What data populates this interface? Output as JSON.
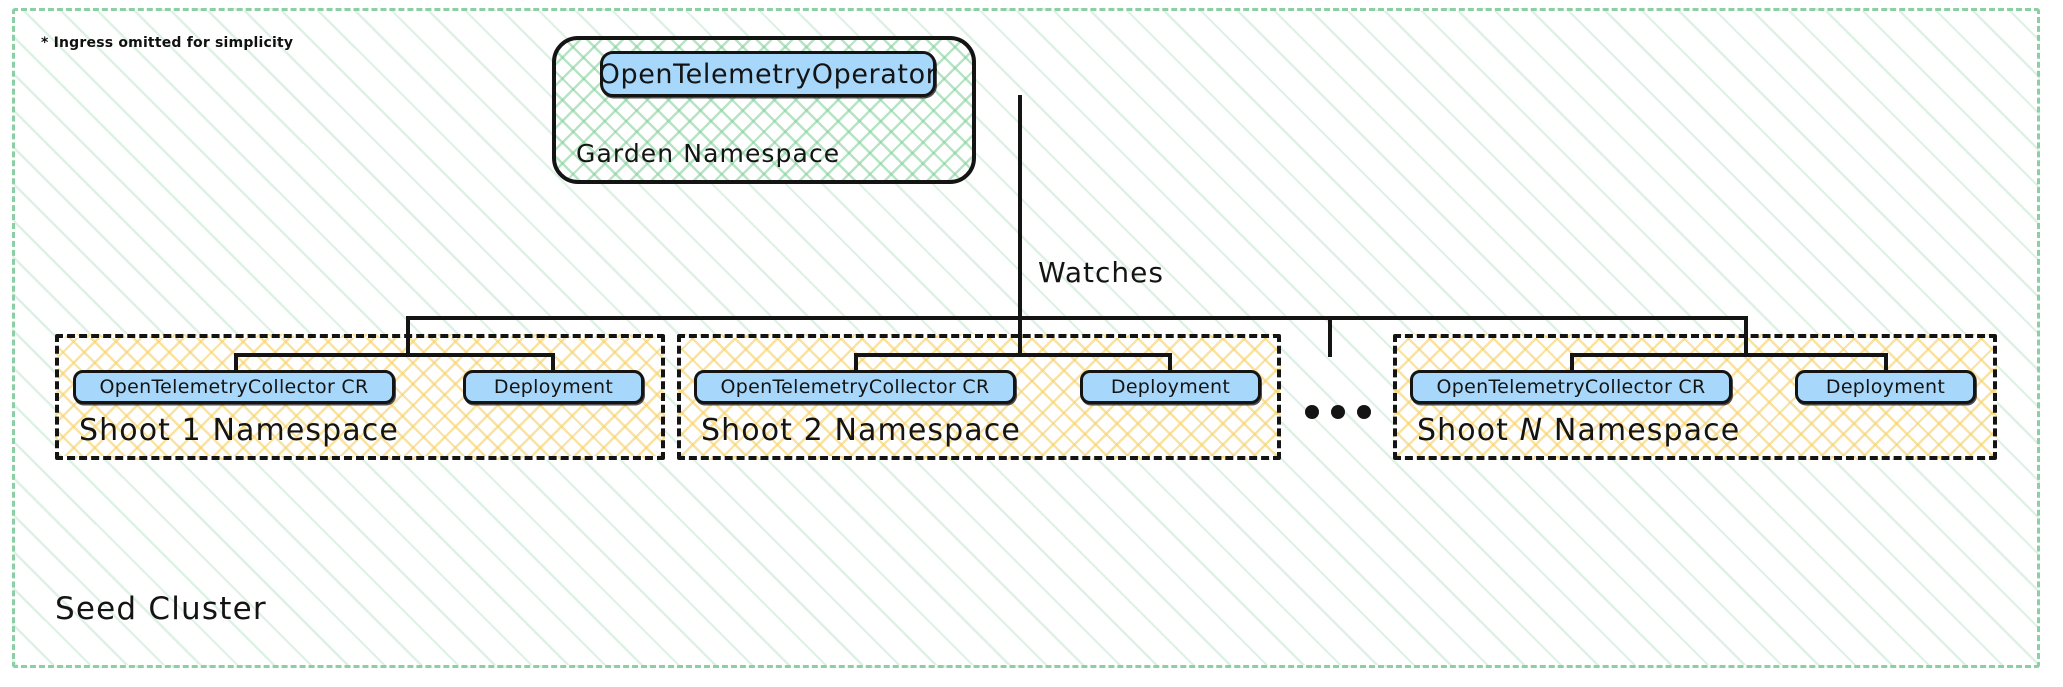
{
  "diagram": {
    "title": "Gardener Seed Cluster OpenTelemetry Operator topology",
    "footnote": "* Ingress omitted for simplicity",
    "outer_container": {
      "label": "Seed Cluster",
      "border_style": "dashed",
      "border_color": "#8ccfa5",
      "hatch_color": "#8ccfa5"
    },
    "garden_namespace": {
      "label": "Garden Namespace",
      "border_style": "solid-rounded",
      "border_color": "#141414",
      "hatch_color": "#7cce94",
      "nodes": [
        {
          "id": "operator",
          "label": "OpenTelemetryOperator",
          "fill": "#a7d8fb"
        }
      ]
    },
    "edges": [
      {
        "from": "OpenTelemetryOperator",
        "to": "Shoot Namespaces",
        "label": "Watches"
      }
    ],
    "ellipsis": "•••",
    "shoot_namespaces": [
      {
        "label_prefix": "Shoot ",
        "label_index": "1",
        "label_suffix": " Namespace",
        "index_italic": false,
        "nodes": [
          {
            "id": "otelcr",
            "label": "OpenTelemetryCollector CR",
            "fill": "#a7d8fb"
          },
          {
            "id": "deployment",
            "label": "Deployment",
            "fill": "#a7d8fb"
          }
        ]
      },
      {
        "label_prefix": "Shoot ",
        "label_index": "2",
        "label_suffix": " Namespace",
        "index_italic": false,
        "nodes": [
          {
            "id": "otelcr",
            "label": "OpenTelemetryCollector CR",
            "fill": "#a7d8fb"
          },
          {
            "id": "deployment",
            "label": "Deployment",
            "fill": "#a7d8fb"
          }
        ]
      },
      {
        "label_prefix": "Shoot ",
        "label_index": "N",
        "label_suffix": " Namespace",
        "index_italic": true,
        "nodes": [
          {
            "id": "otelcr",
            "label": "OpenTelemetryCollector CR",
            "fill": "#a7d8fb"
          },
          {
            "id": "deployment",
            "label": "Deployment",
            "fill": "#a7d8fb"
          }
        ]
      }
    ],
    "colors": {
      "node_fill": "#a7d8fb",
      "stroke": "#141414",
      "seed_accent": "#8ccfa5",
      "garden_accent": "#7cce94",
      "shoot_accent": "#f7d268",
      "background": "#ffffff"
    }
  }
}
